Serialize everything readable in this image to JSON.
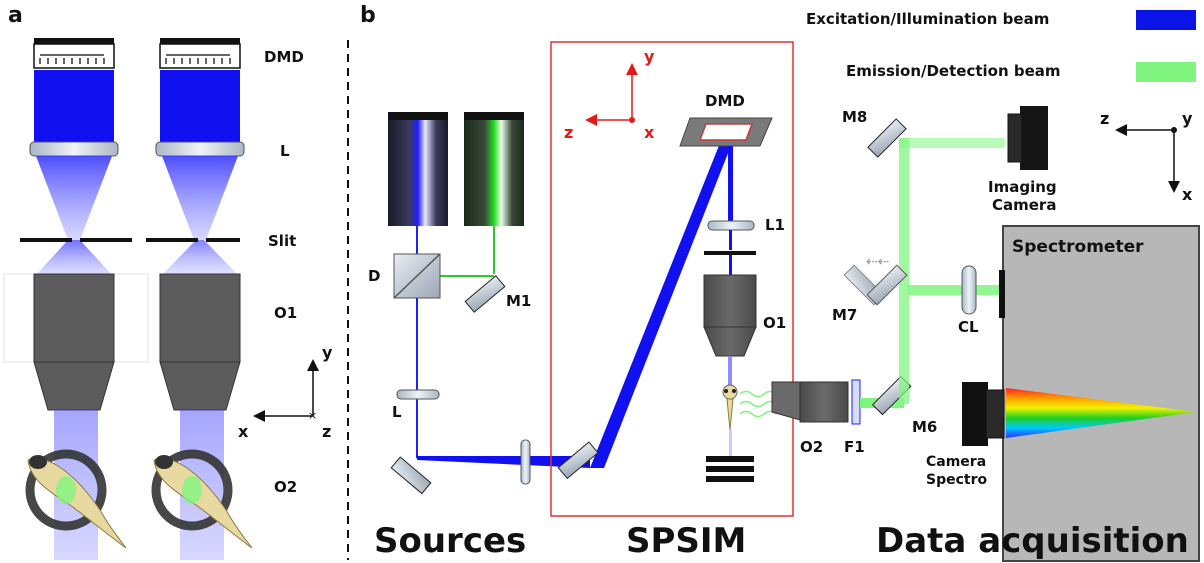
{
  "panels": {
    "a": "a",
    "b": "b"
  },
  "panel_a": {
    "labels": {
      "dmd": "DMD",
      "lens": "L",
      "slit": "Slit",
      "objective1": "O1",
      "objective2": "O2"
    },
    "axes": {
      "y": "y",
      "x": "x",
      "z": "z"
    }
  },
  "legend": {
    "excitation": "Excitation/Illumination beam",
    "emission": "Emission/Detection beam",
    "excitation_color": "#0a14e6",
    "emission_color": "#7ff57f"
  },
  "sources": {
    "title": "Sources",
    "dichroic": "D",
    "mirror": "M1",
    "lens": "L"
  },
  "spsim": {
    "title": "SPSIM",
    "dmd": "DMD",
    "lens": "L1",
    "objective": "O1",
    "axes": {
      "y": "y",
      "z": "z",
      "x": "x"
    },
    "frame_color": "#e53030"
  },
  "acquisition": {
    "title": "Data acquisition",
    "mirror8": "M8",
    "mirror7": "M7",
    "mirror6": "M6",
    "imaging_camera": [
      "Imaging",
      "Camera"
    ],
    "spectrometer": "Spectrometer",
    "cylindrical_lens": "CL",
    "objective2": "O2",
    "filter": "F1",
    "camera_spectro": [
      "Camera",
      "Spectro"
    ],
    "axes": {
      "z": "z",
      "y": "y",
      "x": "x"
    }
  }
}
